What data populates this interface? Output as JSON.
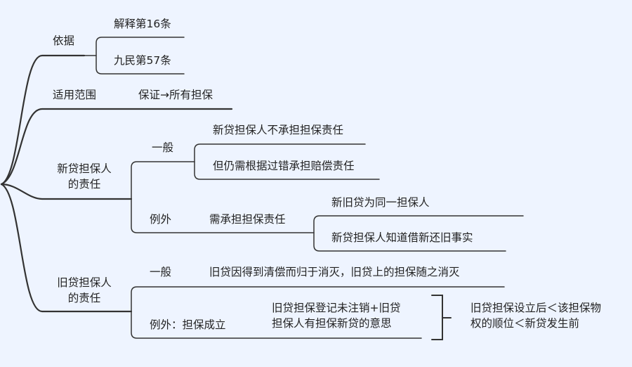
{
  "root_branches": {
    "basis": {
      "label": "依据",
      "children": [
        "解释第16条",
        "九民第57条"
      ]
    },
    "scope": {
      "label": "适用范围",
      "child": "保证→所有担保"
    },
    "new_guarantor": {
      "label_line1": "新贷担保人",
      "label_line2": "的责任",
      "general": {
        "label": "一般",
        "children": [
          "新贷担保人不承担担保责任",
          "但仍需根据过错承担赔偿责任"
        ]
      },
      "exception": {
        "label": "例外",
        "child": "需承担担保责任",
        "conditions": [
          "新旧贷为同一担保人",
          "新贷担保人知道借新还旧事实"
        ]
      }
    },
    "old_guarantor": {
      "label_line1": "旧贷担保人",
      "label_line2": "的责任",
      "general": {
        "label": "一般",
        "child": "旧贷因得到清偿而归于消灭，旧贷上的担保随之消灭"
      },
      "exception": {
        "label": "例外：担保成立",
        "condition_line1": "旧贷担保登记未注销+旧贷",
        "condition_line2": "担保人有担保新贷的意思",
        "note_line1": "旧贷担保设立后＜该担保物",
        "note_line2": "权的顺位＜新贷发生前"
      }
    }
  },
  "colors": {
    "background": "#eef4ff",
    "line": "#333333"
  }
}
